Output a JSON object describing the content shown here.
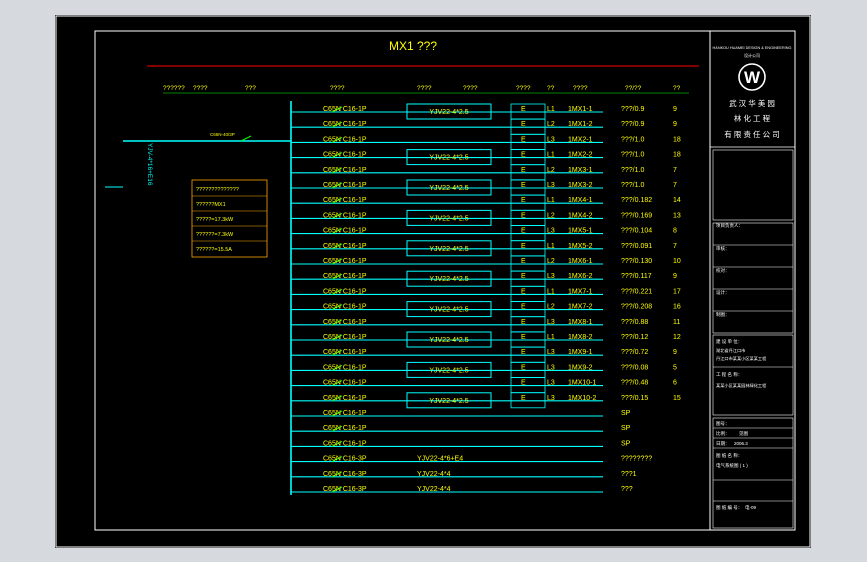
{
  "title": "MX1 ???",
  "colors": {
    "background": "#000000",
    "frame": "#ffffff",
    "bus": "#00ffff",
    "text_yellow": "#ffff00",
    "label_orange": "#ffa500",
    "title_line": "#ff0000",
    "green": "#00ff00"
  },
  "headers": {
    "h1": "??????",
    "h2": "????",
    "h3": "???",
    "h4": "????",
    "h5": "????",
    "h6": "????",
    "h7": "????",
    "h8": "??",
    "h9": "????",
    "h10": "??/??",
    "h11": "??"
  },
  "incoming": {
    "breaker": "C65N-40/3P",
    "cable": "YJV-4*16+E16"
  },
  "load_box": {
    "line1": "??????????????",
    "line2": "??????MX1",
    "line3": "?????=17.3kW",
    "line4": "??????=7.3kW",
    "line5": "??????=15.5A"
  },
  "circuits": [
    {
      "breaker": "C65N  C16-1P",
      "cable": "YJV22-4*2.5",
      "pe": "E",
      "phase": "L1",
      "code": "1MX1-1",
      "load": "???/0.9",
      "no": "9"
    },
    {
      "breaker": "C65N  C16-1P",
      "cable": "",
      "pe": "E",
      "phase": "L2",
      "code": "1MX1-2",
      "load": "???/0.9",
      "no": "9"
    },
    {
      "breaker": "C65N  C16-1P",
      "cable": "",
      "pe": "E",
      "phase": "L3",
      "code": "1MX2-1",
      "load": "???/1.0",
      "no": "18"
    },
    {
      "breaker": "C65N  C16-1P",
      "cable": "YJV22-4*2.5",
      "pe": "E",
      "phase": "L1",
      "code": "1MX2-2",
      "load": "???/1.0",
      "no": "18"
    },
    {
      "breaker": "C65N  C16-1P",
      "cable": "",
      "pe": "E",
      "phase": "L2",
      "code": "1MX3-1",
      "load": "???/1.0",
      "no": "7"
    },
    {
      "breaker": "C65N  C16-1P",
      "cable": "YJV22-4*2.5",
      "pe": "E",
      "phase": "L3",
      "code": "1MX3-2",
      "load": "???/1.0",
      "no": "7"
    },
    {
      "breaker": "C65N  C16-1P",
      "cable": "",
      "pe": "E",
      "phase": "L1",
      "code": "1MX4-1",
      "load": "???/0.182",
      "no": "14"
    },
    {
      "breaker": "C65N  C16-1P",
      "cable": "YJV22-4*2.5",
      "pe": "E",
      "phase": "L2",
      "code": "1MX4-2",
      "load": "???/0.169",
      "no": "13"
    },
    {
      "breaker": "C65N  C16-1P",
      "cable": "",
      "pe": "E",
      "phase": "L3",
      "code": "1MX5-1",
      "load": "???/0.104",
      "no": "8"
    },
    {
      "breaker": "C65N  C16-1P",
      "cable": "YJV22-4*2.5",
      "pe": "E",
      "phase": "L1",
      "code": "1MX5-2",
      "load": "???/0.091",
      "no": "7"
    },
    {
      "breaker": "C65N  C16-1P",
      "cable": "",
      "pe": "E",
      "phase": "L2",
      "code": "1MX6-1",
      "load": "???/0.130",
      "no": "10"
    },
    {
      "breaker": "C65N  C16-1P",
      "cable": "YJV22-4*2.5",
      "pe": "E",
      "phase": "L3",
      "code": "1MX6-2",
      "load": "???/0.117",
      "no": "9"
    },
    {
      "breaker": "C65N  C16-1P",
      "cable": "",
      "pe": "E",
      "phase": "L1",
      "code": "1MX7-1",
      "load": "???/0.221",
      "no": "17"
    },
    {
      "breaker": "C65N  C16-1P",
      "cable": "YJV22-4*2.5",
      "pe": "E",
      "phase": "L2",
      "code": "1MX7-2",
      "load": "???/0.208",
      "no": "16"
    },
    {
      "breaker": "C65N  C16-1P",
      "cable": "",
      "pe": "E",
      "phase": "L3",
      "code": "1MX8-1",
      "load": "???/0.88",
      "no": "11"
    },
    {
      "breaker": "C65N  C16-1P",
      "cable": "YJV22-4*2.5",
      "pe": "E",
      "phase": "L1",
      "code": "1MX8-2",
      "load": "???/0.12",
      "no": "12"
    },
    {
      "breaker": "C65N  C16-1P",
      "cable": "",
      "pe": "E",
      "phase": "L3",
      "code": "1MX9-1",
      "load": "???/0.72",
      "no": "9"
    },
    {
      "breaker": "C65N  C16-1P",
      "cable": "YJV22-4*2.5",
      "pe": "E",
      "phase": "L3",
      "code": "1MX9-2",
      "load": "???/0.08",
      "no": "5"
    },
    {
      "breaker": "C65N  C16-1P",
      "cable": "",
      "pe": "E",
      "phase": "L3",
      "code": "1MX10-1",
      "load": "???/0.48",
      "no": "6"
    },
    {
      "breaker": "C65N  C16-1P",
      "cable": "YJV22-4*2.5",
      "pe": "E",
      "phase": "L3",
      "code": "1MX10-2",
      "load": "???/0.15",
      "no": "15"
    },
    {
      "breaker": "C65N  C16-1P",
      "cable": "",
      "pe": "",
      "phase": "",
      "code": "",
      "load": "SP",
      "no": ""
    },
    {
      "breaker": "C65N  C16-1P",
      "cable": "",
      "pe": "",
      "phase": "",
      "code": "",
      "load": "SP",
      "no": ""
    },
    {
      "breaker": "C65N  C16-1P",
      "cable": "",
      "pe": "",
      "phase": "",
      "code": "",
      "load": "SP",
      "no": ""
    },
    {
      "breaker": "C65N  C16-3P",
      "cable": "YJV22-4*6+E4",
      "pe": "",
      "phase": "",
      "code": "",
      "load": "????????",
      "no": ""
    },
    {
      "breaker": "C65N  C16-3P",
      "cable": "YJV22-4*4",
      "pe": "",
      "phase": "",
      "code": "",
      "load": "???1",
      "no": ""
    },
    {
      "breaker": "C65N  C16-3P",
      "cable": "YJV22-4*4",
      "pe": "",
      "phase": "",
      "code": "",
      "load": "???",
      "no": ""
    }
  ],
  "title_block": {
    "company_en": "HANKOU HUAMEI DESIGN & ENGINEERING",
    "company_en2": "设计公司",
    "company_cn1": "武  汉  华  美  园",
    "company_cn2": "林  化  工  程",
    "company_cn3": "有 限 责 任 公 司",
    "row1": "项目负责人：",
    "row2": "审核：",
    "row3": "校对：",
    "row4": "设计：",
    "row5": "制图：",
    "project_label": "建 设 单 位：",
    "project_line1": "湖北省丹江口市",
    "project_line2": "丹江口市某某小区某某工程",
    "work_label": "工 程 名 称：",
    "work_line1": "某某小区某某园林绿化工程",
    "drawno_label": "图号：",
    "ratio_label": "比例：",
    "ratio_value": "见图",
    "date_label": "日期：",
    "date_value": "2006.3",
    "name_label": "图 纸 名 称：",
    "name_value": "电气系统图 ( 1 )",
    "sheet_label": "图 纸 编 号：",
    "sheet_value": "电-09"
  }
}
